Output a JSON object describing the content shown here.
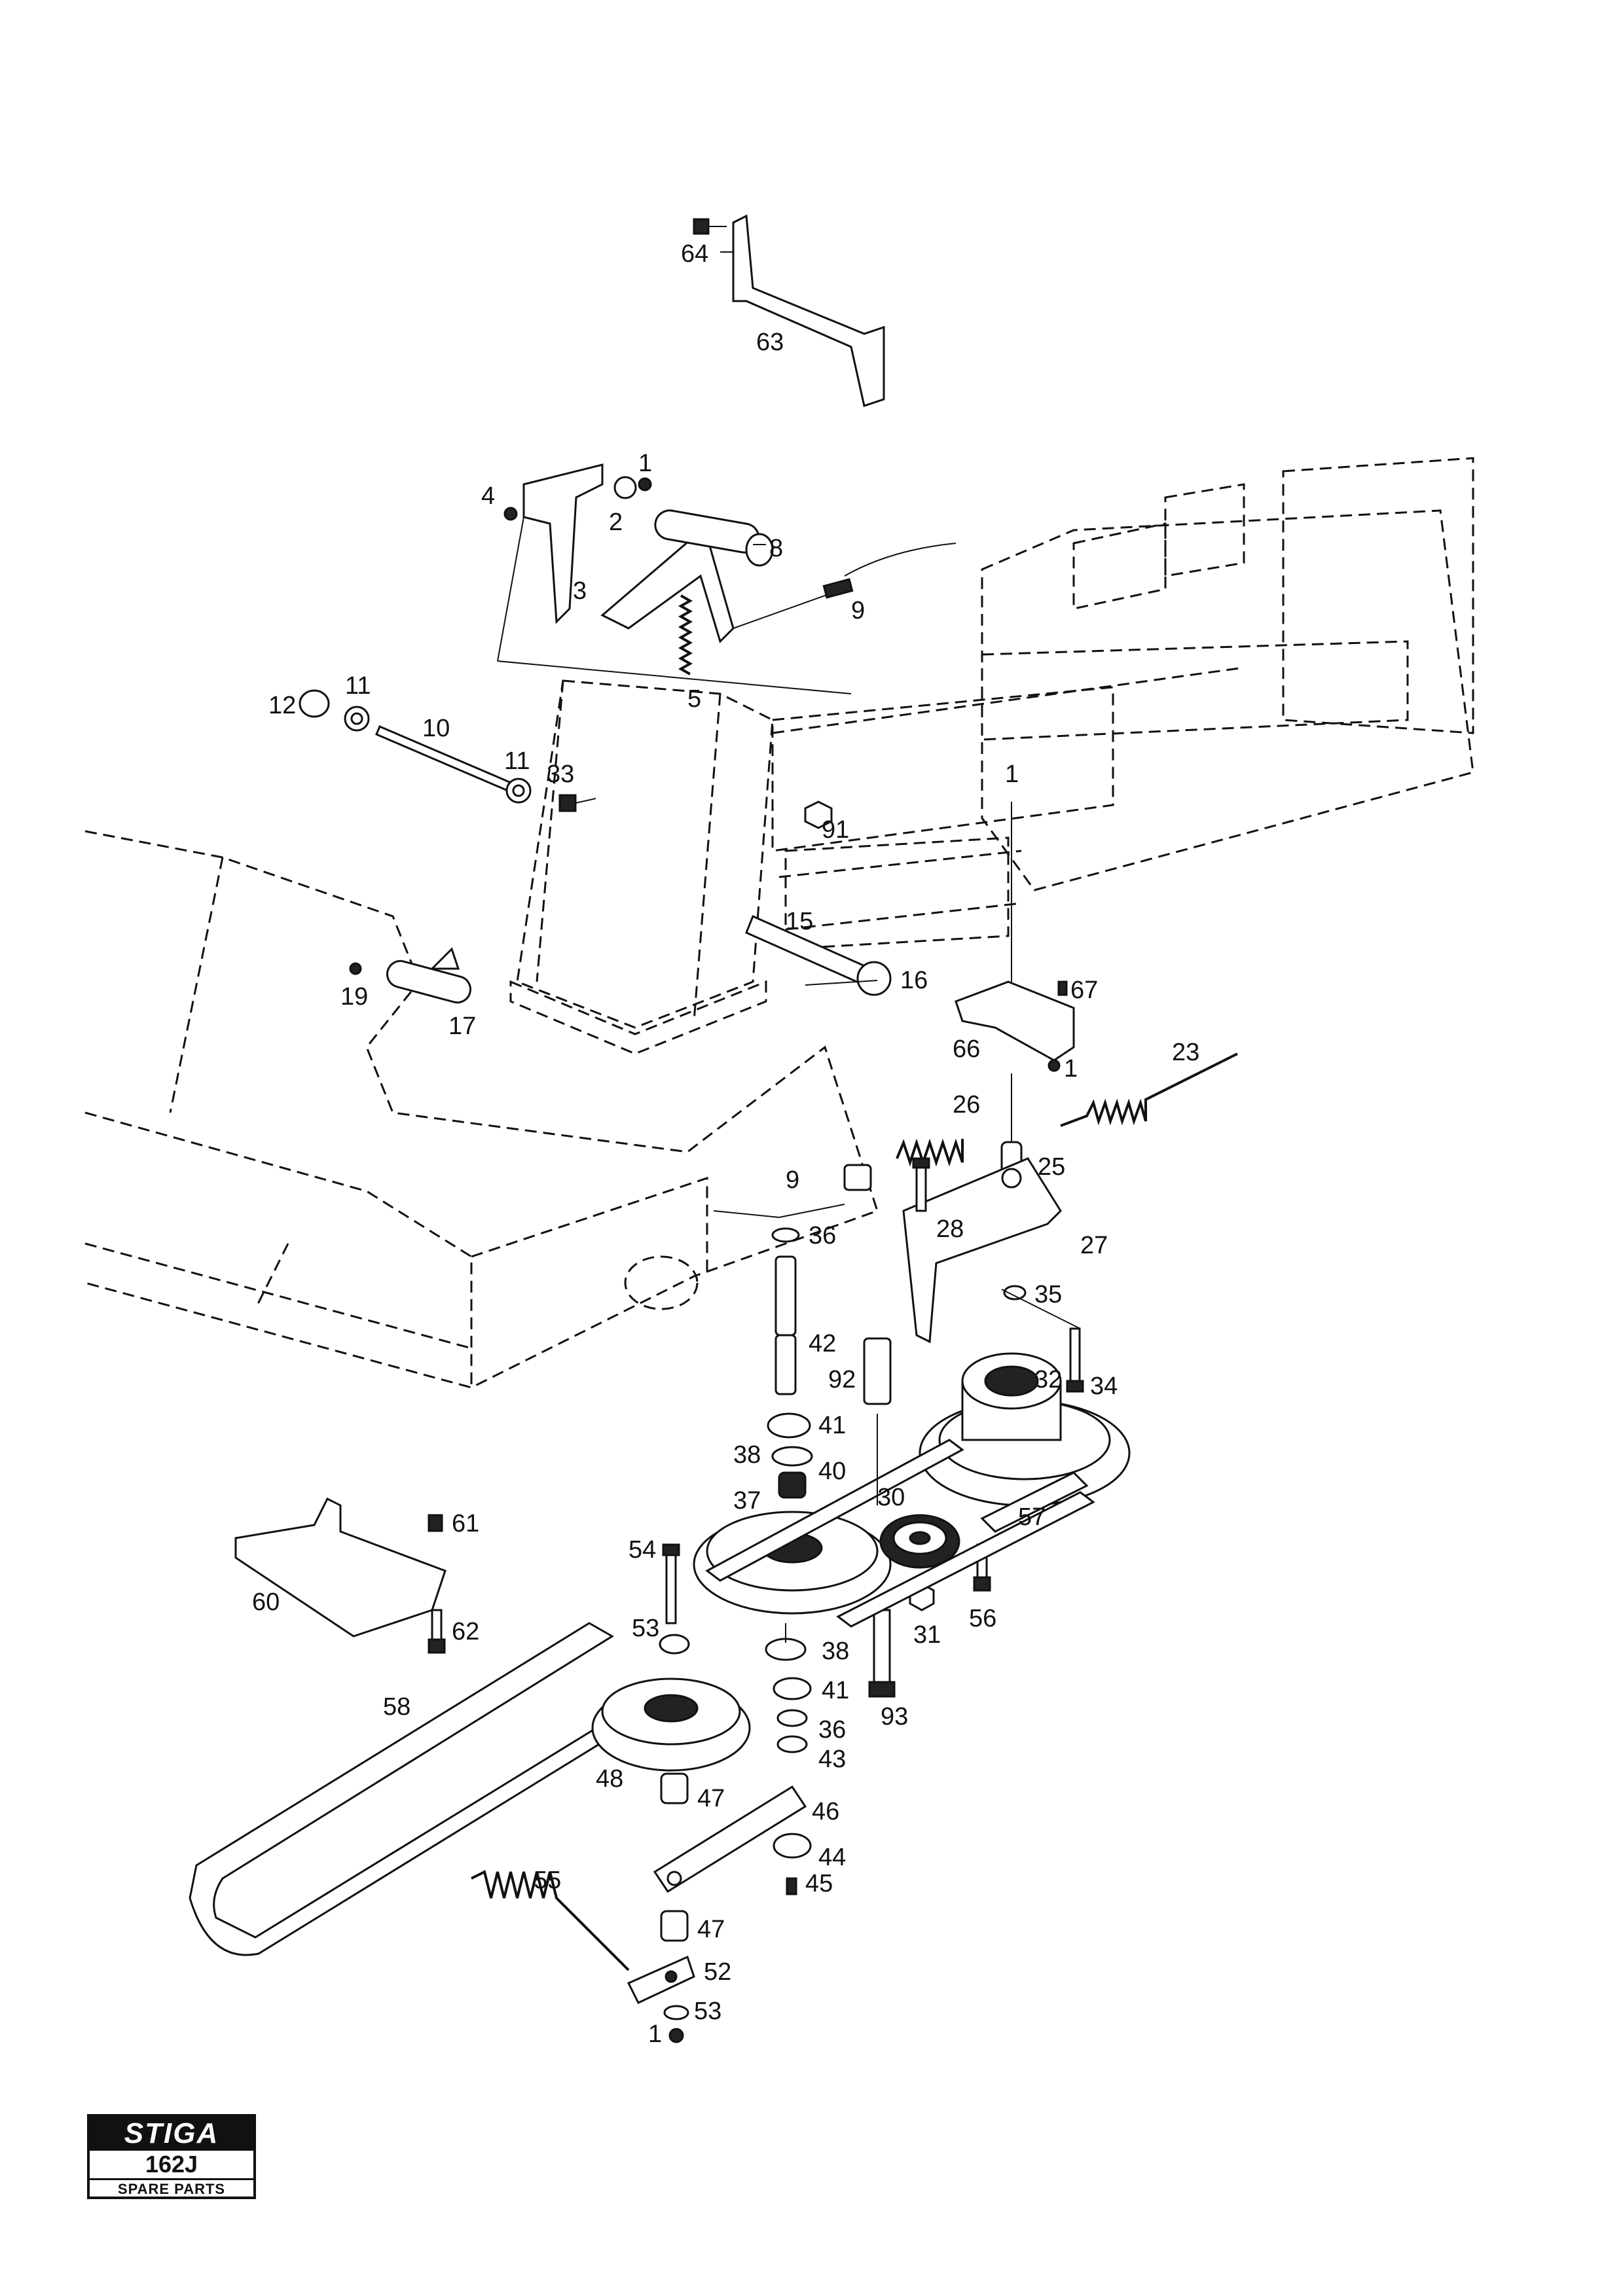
{
  "logo": {
    "brand": "STIGA",
    "model": "162J",
    "subtitle": "SPARE PARTS"
  },
  "callouts": [
    {
      "id": "c64a",
      "text": "64"
    },
    {
      "id": "c63",
      "text": "63"
    },
    {
      "id": "c1a",
      "text": "1"
    },
    {
      "id": "c4",
      "text": "4"
    },
    {
      "id": "c2",
      "text": "2"
    },
    {
      "id": "c8",
      "text": "8"
    },
    {
      "id": "c3",
      "text": "3"
    },
    {
      "id": "c9a",
      "text": "9"
    },
    {
      "id": "c5",
      "text": "5"
    },
    {
      "id": "c12",
      "text": "12"
    },
    {
      "id": "c11a",
      "text": "11"
    },
    {
      "id": "c10",
      "text": "10"
    },
    {
      "id": "c11b",
      "text": "11"
    },
    {
      "id": "c33",
      "text": "33"
    },
    {
      "id": "c1b",
      "text": "1"
    },
    {
      "id": "c91",
      "text": "91"
    },
    {
      "id": "c15",
      "text": "15"
    },
    {
      "id": "c16",
      "text": "16"
    },
    {
      "id": "c19",
      "text": "19"
    },
    {
      "id": "c17",
      "text": "17"
    },
    {
      "id": "c67",
      "text": "67"
    },
    {
      "id": "c66",
      "text": "66"
    },
    {
      "id": "c1c",
      "text": "1"
    },
    {
      "id": "c23",
      "text": "23"
    },
    {
      "id": "c26",
      "text": "26"
    },
    {
      "id": "c25",
      "text": "25"
    },
    {
      "id": "c9b",
      "text": "9"
    },
    {
      "id": "c28",
      "text": "28"
    },
    {
      "id": "c36a",
      "text": "36"
    },
    {
      "id": "c27",
      "text": "27"
    },
    {
      "id": "c35",
      "text": "35"
    },
    {
      "id": "c42",
      "text": "42"
    },
    {
      "id": "c92",
      "text": "92"
    },
    {
      "id": "c32",
      "text": "32"
    },
    {
      "id": "c34",
      "text": "34"
    },
    {
      "id": "c41a",
      "text": "41"
    },
    {
      "id": "c38a",
      "text": "38"
    },
    {
      "id": "c40",
      "text": "40"
    },
    {
      "id": "c37",
      "text": "37"
    },
    {
      "id": "c30",
      "text": "30"
    },
    {
      "id": "c57",
      "text": "57"
    },
    {
      "id": "c61",
      "text": "61"
    },
    {
      "id": "c54",
      "text": "54"
    },
    {
      "id": "c60",
      "text": "60"
    },
    {
      "id": "c56",
      "text": "56"
    },
    {
      "id": "c62",
      "text": "62"
    },
    {
      "id": "c53a",
      "text": "53"
    },
    {
      "id": "c31",
      "text": "31"
    },
    {
      "id": "c38b",
      "text": "38"
    },
    {
      "id": "c41b",
      "text": "41"
    },
    {
      "id": "c93",
      "text": "93"
    },
    {
      "id": "c58",
      "text": "58"
    },
    {
      "id": "c36b",
      "text": "36"
    },
    {
      "id": "c43",
      "text": "43"
    },
    {
      "id": "c48",
      "text": "48"
    },
    {
      "id": "c47a",
      "text": "47"
    },
    {
      "id": "c46",
      "text": "46"
    },
    {
      "id": "c44",
      "text": "44"
    },
    {
      "id": "c45",
      "text": "45"
    },
    {
      "id": "c55",
      "text": "55"
    },
    {
      "id": "c47b",
      "text": "47"
    },
    {
      "id": "c52",
      "text": "52"
    },
    {
      "id": "c53b",
      "text": "53"
    },
    {
      "id": "c1d",
      "text": "1"
    }
  ]
}
